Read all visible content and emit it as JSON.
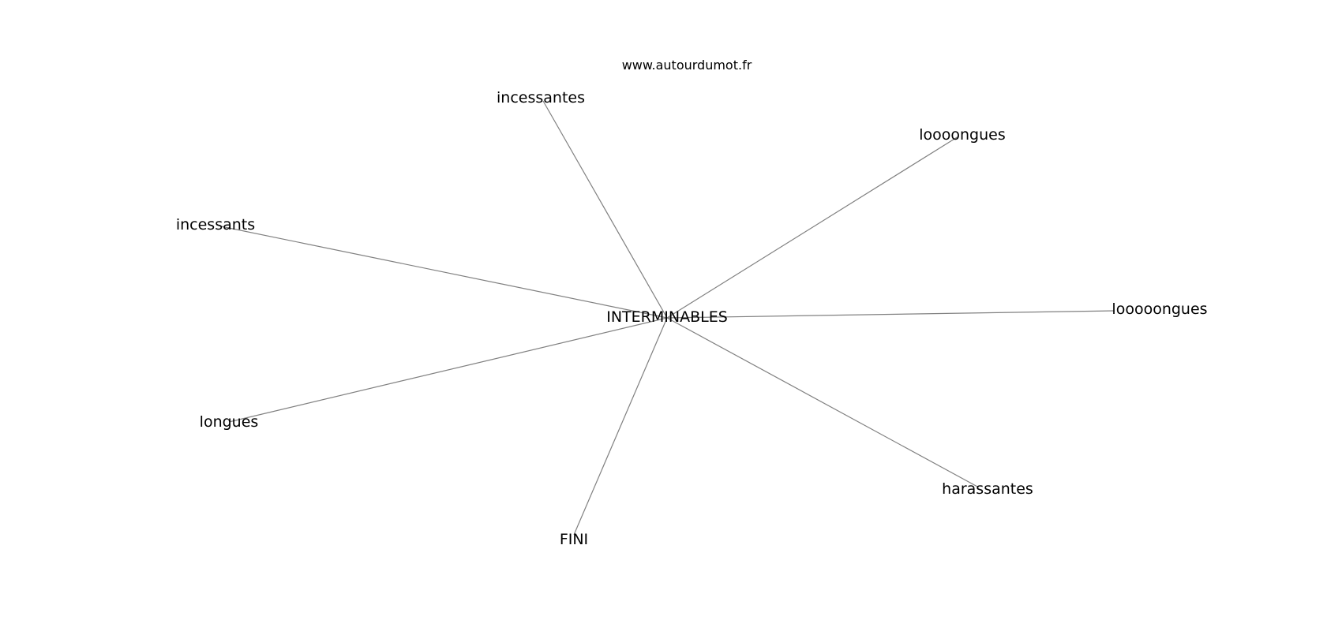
{
  "watermark": "www.autourdumot.fr",
  "graph": {
    "center": "INTERMINABLES",
    "neighbors": [
      "incessantes",
      "loooongues",
      "incessants",
      "looooongues",
      "longues",
      "harassantes",
      "FINI"
    ]
  },
  "colors": {
    "edge": "#808080",
    "text": "#000000",
    "background": "#ffffff"
  }
}
